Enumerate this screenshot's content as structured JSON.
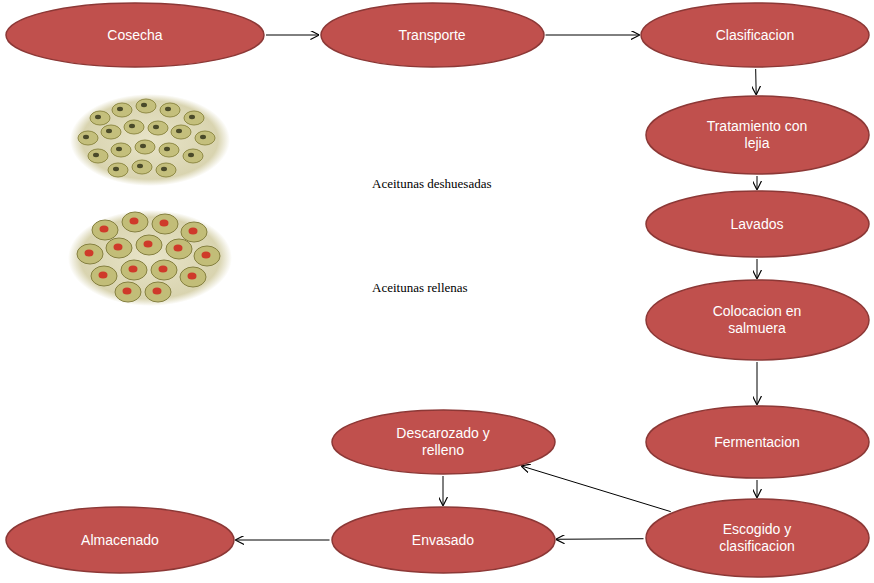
{
  "diagram": {
    "nodes": [
      {
        "text": [
          "Cosecha"
        ]
      },
      {
        "text": [
          "Transporte"
        ]
      },
      {
        "text": [
          "Clasificacion"
        ]
      },
      {
        "text": [
          "Tratamiento con lejia"
        ]
      },
      {
        "text": [
          "Lavados"
        ]
      },
      {
        "text": [
          "Colocacion en salmuera"
        ]
      },
      {
        "text": [
          "Fermentacion"
        ]
      },
      {
        "text": [
          "Escogido y clasificacion"
        ]
      },
      {
        "text": [
          "Descarozado y relleno"
        ]
      },
      {
        "text": [
          "Envasado"
        ]
      },
      {
        "text": [
          "Almacenado"
        ]
      }
    ],
    "edges": [
      {
        "from": 0,
        "to": 1,
        "arrow": "to"
      },
      {
        "from": 1,
        "to": 2,
        "arrow": "to"
      },
      {
        "from": 2,
        "to": 3,
        "arrow": "to"
      },
      {
        "from": 3,
        "to": 4,
        "arrow": "to"
      },
      {
        "from": 4,
        "to": 5,
        "arrow": "to"
      },
      {
        "from": 5,
        "to": 6,
        "arrow": "to"
      },
      {
        "from": 6,
        "to": 7,
        "arrow": "to"
      },
      {
        "from": 7,
        "to": 8,
        "arrow": "to"
      },
      {
        "from": 8,
        "to": 9,
        "arrow": "to"
      },
      {
        "from": 7,
        "to": 9,
        "arrow": "to"
      },
      {
        "from": 9,
        "to": 10,
        "arrow": "to"
      }
    ],
    "labels": [
      "Aceitunas deshuesadas",
      "Aceitunas rellenas"
    ]
  }
}
